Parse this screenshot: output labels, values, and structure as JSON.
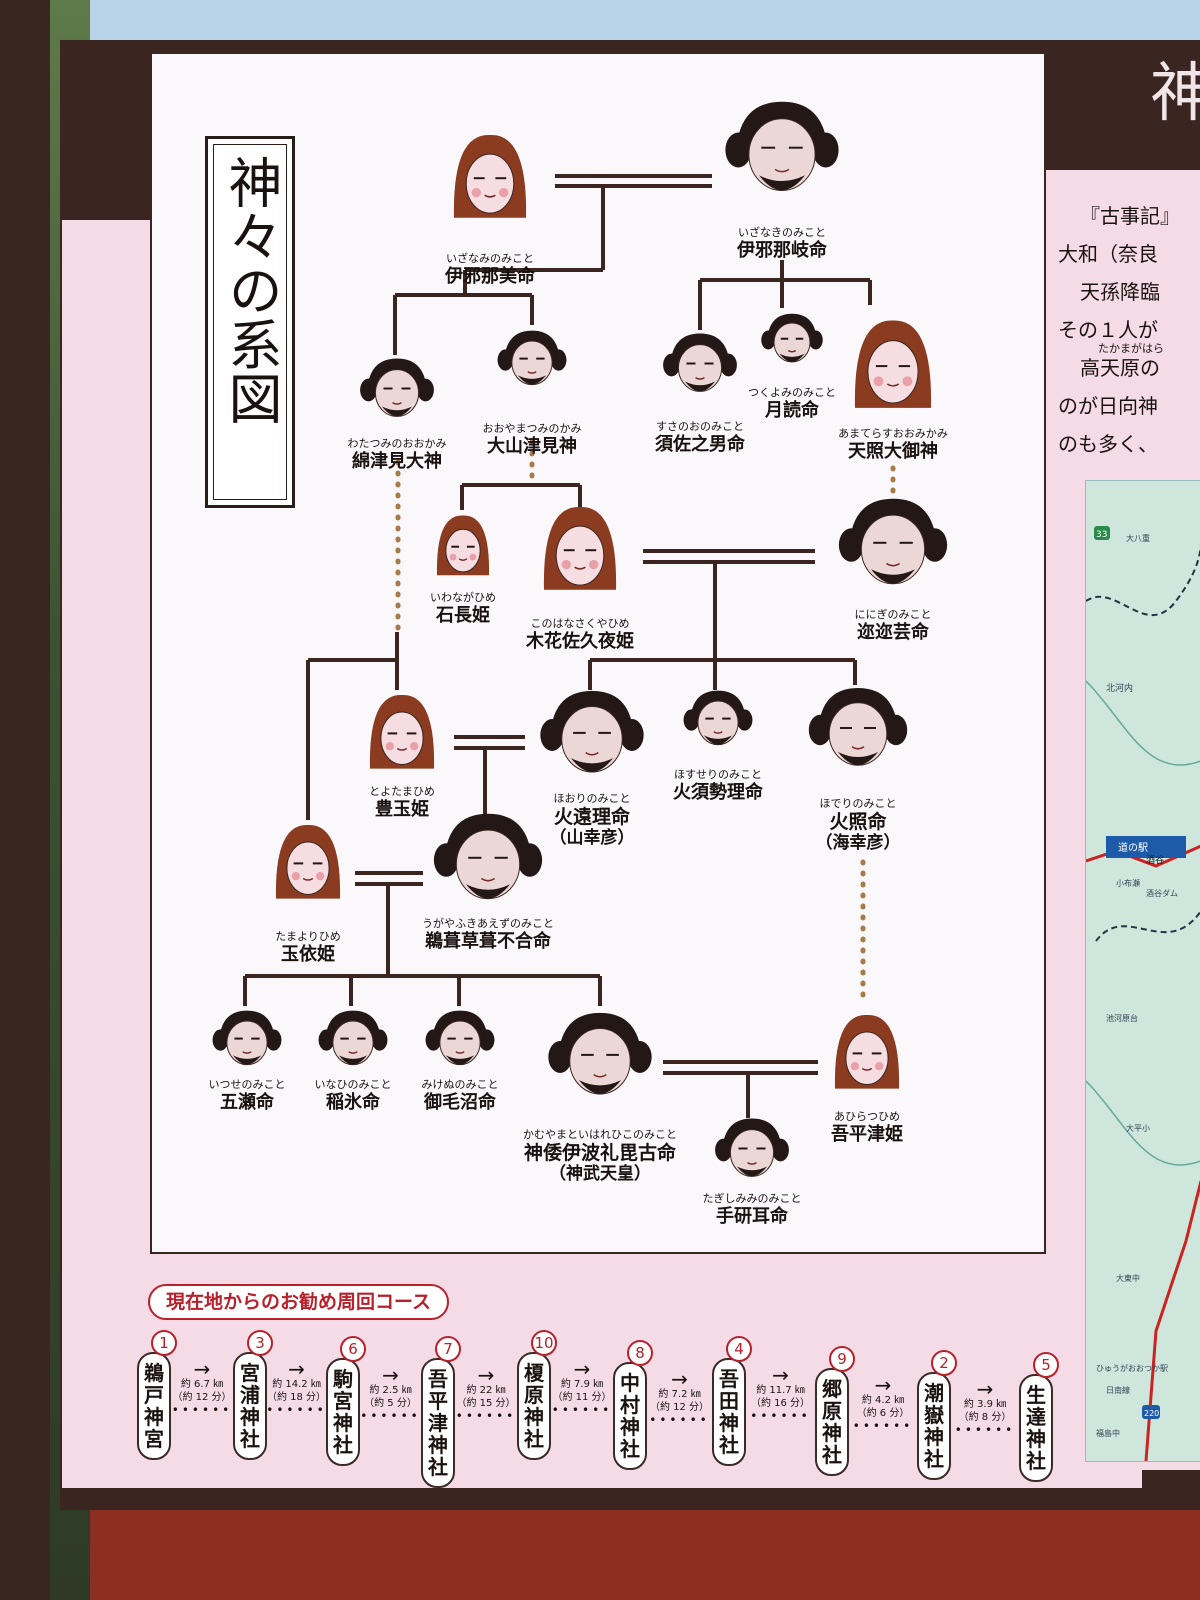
{
  "title": "神々の系図",
  "right_panel": {
    "lines": [
      "『古事記』",
      "大和（奈良",
      "天孫降臨",
      "その１人が",
      "たかまがはら",
      "高天原の",
      "のが日向神",
      "のも多く、"
    ],
    "edge_glyph": "神"
  },
  "map": {
    "route_numbers": [
      "33",
      "220"
    ],
    "labels": [
      "大八重",
      "北河内",
      "道の駅",
      "酒谷",
      "小布瀬",
      "酒谷ダム",
      "池河原台",
      "大平小",
      "大東中",
      "ひゅうがおおつか駅",
      "日南線",
      "福島中"
    ]
  },
  "deities": [
    {
      "id": "izanami",
      "ruby": "いざなみのみこと",
      "name": "伊邪那美命"
    },
    {
      "id": "izanagi",
      "ruby": "いざなきのみこと",
      "name": "伊邪那岐命"
    },
    {
      "id": "watatsumi",
      "ruby": "わたつみのおおかみ",
      "name": "綿津見大神"
    },
    {
      "id": "ooyamatsumi",
      "ruby": "おおやまつみのかみ",
      "name": "大山津見神"
    },
    {
      "id": "susanoo",
      "ruby": "すさのおのみこと",
      "name": "須佐之男命"
    },
    {
      "id": "tsukuyomi",
      "ruby": "つくよみのみこと",
      "name": "月読命"
    },
    {
      "id": "amaterasu",
      "ruby": "あまてらすおおみかみ",
      "name": "天照大御神"
    },
    {
      "id": "iwanaga",
      "ruby": "いわながひめ",
      "name": "石長姫"
    },
    {
      "id": "konohana",
      "ruby": "このはなさくやひめ",
      "name": "木花佐久夜姫"
    },
    {
      "id": "ninigi",
      "ruby": "ににぎのみこと",
      "name": "迩迩芸命"
    },
    {
      "id": "toyotama",
      "ruby": "とよたまひめ",
      "name": "豊玉姫"
    },
    {
      "id": "hoori",
      "ruby": "ほおりのみこと",
      "name": "火遠理命",
      "alias": "（山幸彦）"
    },
    {
      "id": "hosuseri",
      "ruby": "ほすせりのみこと",
      "name": "火須勢理命"
    },
    {
      "id": "hoderi",
      "ruby": "ほでりのみこと",
      "name": "火照命",
      "alias": "（海幸彦）"
    },
    {
      "id": "tamayori",
      "ruby": "たまよりひめ",
      "name": "玉依姫"
    },
    {
      "id": "ugaya",
      "ruby": "うがやふきあえずのみこと",
      "name": "鵜葺草葺不合命"
    },
    {
      "id": "itsuse",
      "ruby": "いつせのみこと",
      "name": "五瀬命"
    },
    {
      "id": "inahi",
      "ruby": "いなひのみこと",
      "name": "稲氷命"
    },
    {
      "id": "mikenu",
      "ruby": "みけぬのみこと",
      "name": "御毛沼命"
    },
    {
      "id": "kamuyamato",
      "ruby": "かむやまといはれひこのみこと",
      "name": "神倭伊波礼毘古命",
      "alias": "（神武天皇）"
    },
    {
      "id": "ahiratsu",
      "ruby": "あひらつひめ",
      "name": "吾平津姫"
    },
    {
      "id": "tagishimimi",
      "ruby": "たぎしみみのみこと",
      "name": "手研耳命"
    }
  ],
  "course": {
    "title": "現在地からのお勧め周回コース",
    "stops": [
      {
        "num": "1",
        "name": "鵜戸神宮"
      },
      {
        "num": "3",
        "name": "宮浦神社"
      },
      {
        "num": "6",
        "name": "駒宮神社"
      },
      {
        "num": "7",
        "name": "吾平津神社"
      },
      {
        "num": "10",
        "name": "榎原神社"
      },
      {
        "num": "8",
        "name": "中村神社"
      },
      {
        "num": "4",
        "name": "吾田神社"
      },
      {
        "num": "9",
        "name": "郷原神社"
      },
      {
        "num": "2",
        "name": "潮嶽神社"
      },
      {
        "num": "5",
        "name": "生達神社"
      }
    ],
    "segments": [
      {
        "dist": "約 6.7 ㎞",
        "time": "（約 12 分）"
      },
      {
        "dist": "約 14.2 ㎞",
        "time": "（約 18 分）"
      },
      {
        "dist": "約 2.5 ㎞",
        "time": "（約 5 分）"
      },
      {
        "dist": "約 22 ㎞",
        "time": "（約 15 分）"
      },
      {
        "dist": "約 7.9 ㎞",
        "time": "（約 11 分）"
      },
      {
        "dist": "約 7.2 ㎞",
        "time": "（約 12 分）"
      },
      {
        "dist": "約 11.7 ㎞",
        "time": "（約 16 分）"
      },
      {
        "dist": "約 4.2 ㎞",
        "time": "（約 6 分）"
      },
      {
        "dist": "約 3.9 ㎞",
        "time": "（約 8 分）"
      }
    ]
  },
  "colors": {
    "line": "#3b2520",
    "dotted": "#a77a4a",
    "accent": "#b8212c",
    "sign_pink": "#f4dbe6",
    "board": "#3b2520"
  }
}
